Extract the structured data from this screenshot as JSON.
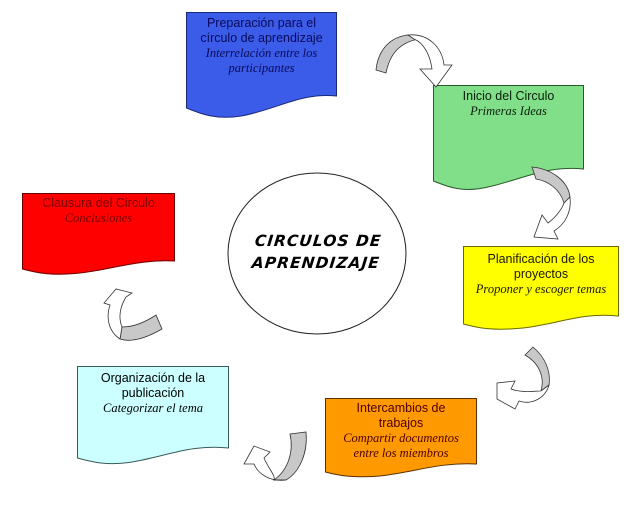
{
  "diagram": {
    "center": {
      "line1": "CIRCULOS DE",
      "line2": "APRENDIZAJE"
    },
    "steps": [
      {
        "id": "preparacion",
        "title_line1": "Preparación para el",
        "title_line2": "círculo de aprendizaje",
        "subtitle_line1": "Interrelación entre los",
        "subtitle_line2": "participantes",
        "fill": "#3b5ce8",
        "text_color": "#0a0a5a"
      },
      {
        "id": "inicio",
        "title_line1": "Inicio del Circulo",
        "title_line2": "",
        "subtitle_line1": "Primeras Ideas",
        "subtitle_line2": "",
        "fill": "#80df88",
        "text_color": "#0a1f0a"
      },
      {
        "id": "planificacion",
        "title_line1": "Planificación de los",
        "title_line2": "proyectos",
        "subtitle_line1": "Proponer y escoger temas",
        "subtitle_line2": "",
        "fill": "#ffff00",
        "text_color": "#1a1a00"
      },
      {
        "id": "intercambios",
        "title_line1": "Intercambios de",
        "title_line2": "trabajos",
        "subtitle_line1": "Compartir documentos",
        "subtitle_line2": "entre los miembros",
        "fill": "#ff9900",
        "text_color": "#4a0000"
      },
      {
        "id": "organizacion",
        "title_line1": "Organización de la",
        "title_line2": "publicación",
        "subtitle_line1": "Categorizar el tema",
        "subtitle_line2": "",
        "fill": "#ccffff",
        "text_color": "#000000"
      },
      {
        "id": "clausura",
        "title_line1": "Clausura del Circulo",
        "title_line2": "",
        "subtitle_line1": "Conclusiones",
        "subtitle_line2": "",
        "fill": "#ff0000",
        "text_color": "#7a0000"
      }
    ],
    "arrow_colors": {
      "shaded": "#c8c8c8",
      "outline": "#333333",
      "light": "#ffffff"
    }
  }
}
